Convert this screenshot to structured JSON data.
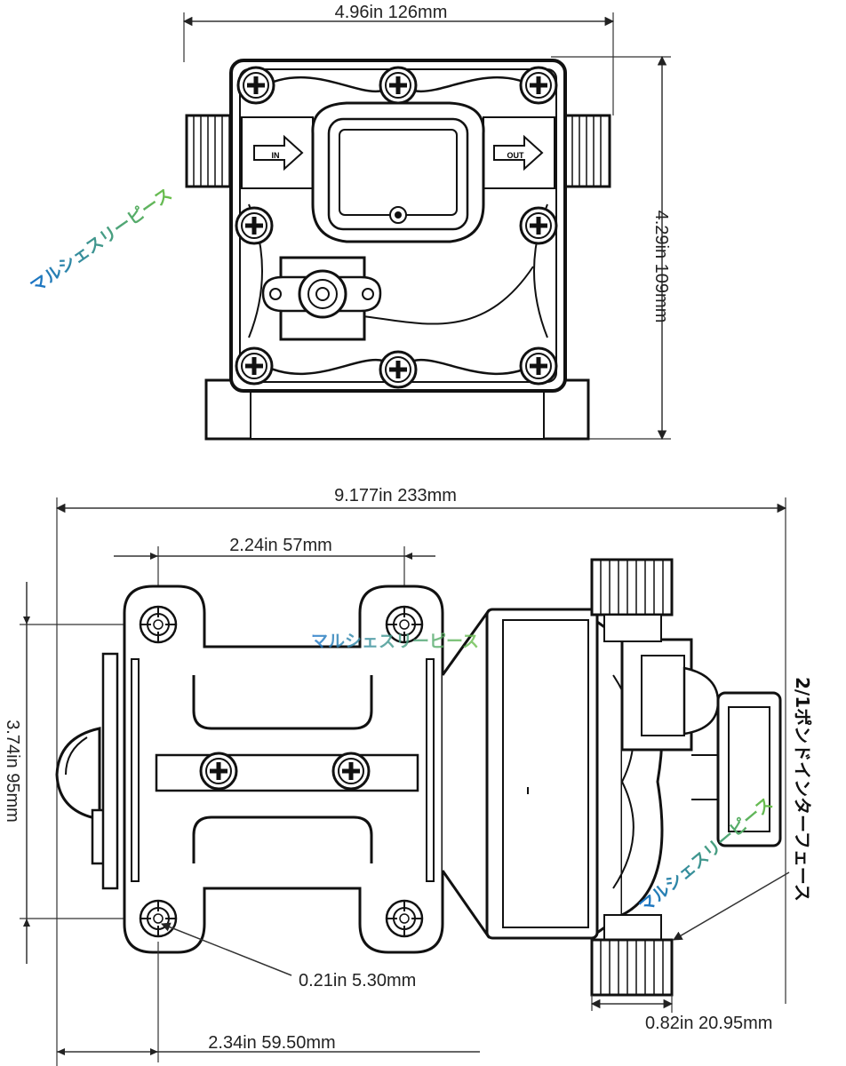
{
  "top_view": {
    "width_label": "4.96in   126mm",
    "height_label": "4.29in   109mm",
    "in_marking": "IN",
    "out_marking": "OUT",
    "watermark": "マルシェスリーピース"
  },
  "side_view": {
    "length_label": "9.177in   233mm",
    "mount_spacing_label": "2.24in   57mm",
    "height_label": "3.74in   95mm",
    "hole_label": "0.21in   5.30mm",
    "port_label": "0.82in   20.95mm",
    "offset_label": "2.34in   59.50mm",
    "interface_label": "2/1ポンドインターフェース",
    "watermark_center": "マルシェスリーピース",
    "watermark_right": "マルシェスリーピース"
  },
  "colors": {
    "line": "#111111",
    "dim": "#333333",
    "watermark_start": "#1a73c8",
    "watermark_end": "#6cc04a"
  }
}
